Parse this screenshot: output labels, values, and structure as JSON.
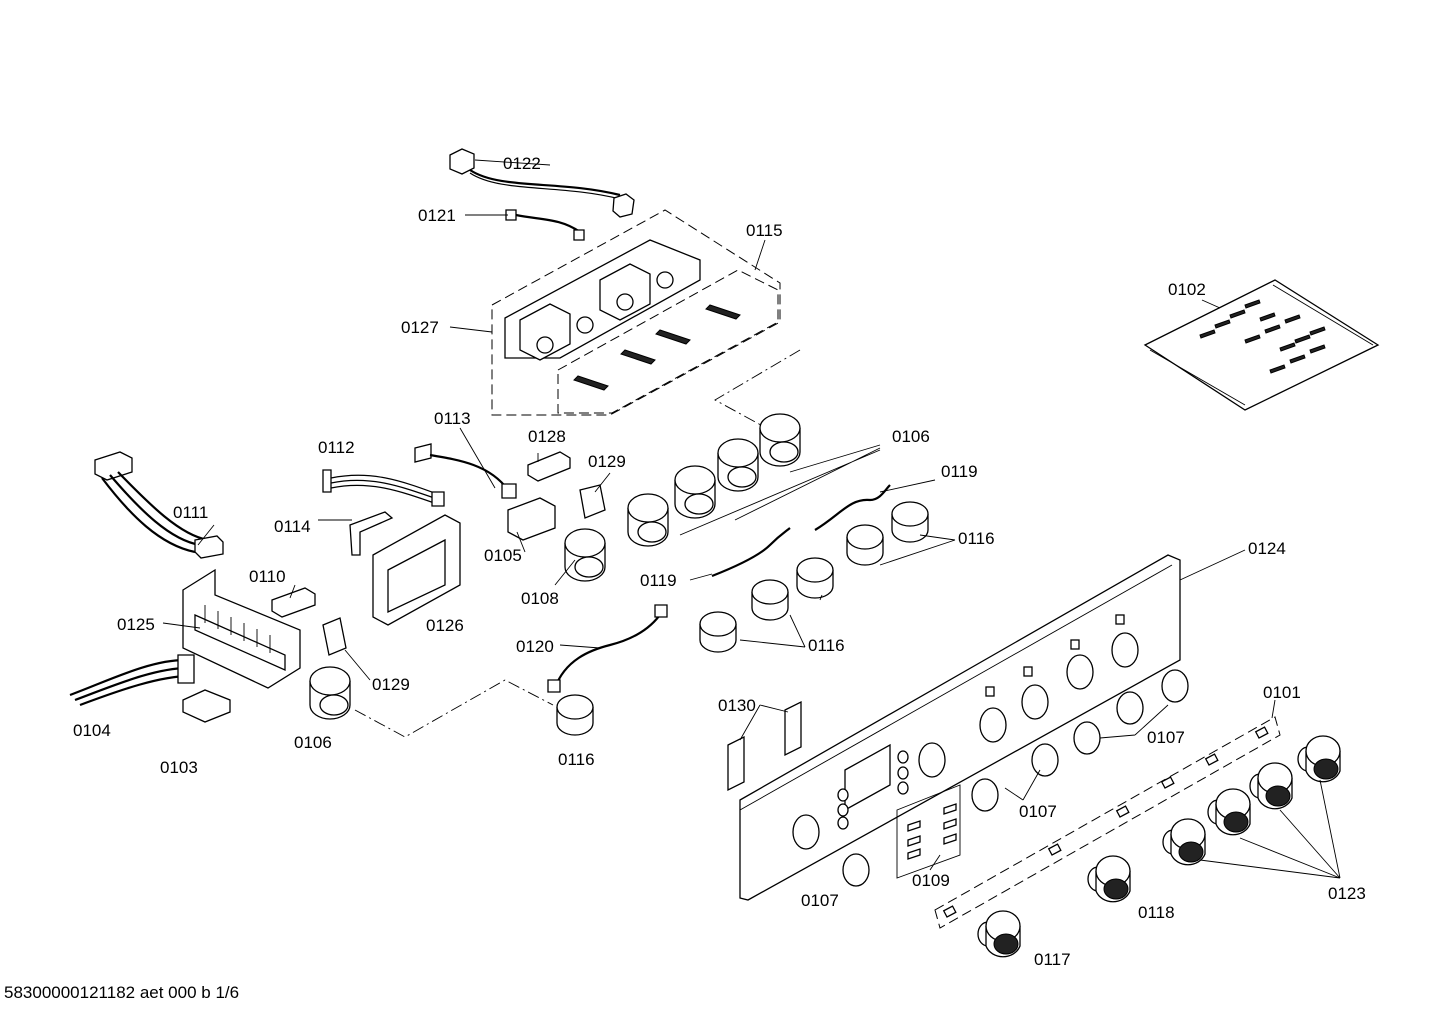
{
  "labels": {
    "p0101": "0101",
    "p0102": "0102",
    "p0103": "0103",
    "p0104": "0104",
    "p0105": "0105",
    "p0106a": "0106",
    "p0106b": "0106",
    "p0107a": "0107",
    "p0107b": "0107",
    "p0107c": "0107",
    "p0108": "0108",
    "p0109": "0109",
    "p0110": "0110",
    "p0111": "0111",
    "p0112": "0112",
    "p0113": "0113",
    "p0114": "0114",
    "p0115": "0115",
    "p0116a": "0116",
    "p0116b": "0116",
    "p0116c": "0116",
    "p0117": "0117",
    "p0118": "0118",
    "p0119a": "0119",
    "p0119b": "0119",
    "p0120": "0120",
    "p0121": "0121",
    "p0122": "0122",
    "p0123": "0123",
    "p0124": "0124",
    "p0125": "0125",
    "p0126": "0126",
    "p0127": "0127",
    "p0128": "0128",
    "p0129a": "0129",
    "p0129b": "0129",
    "p0130": "0130"
  },
  "footer": "58300000121182 aet 000 b 1/6"
}
